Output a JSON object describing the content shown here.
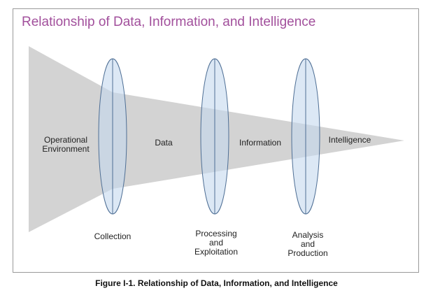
{
  "diagram": {
    "title": "Relationship of Data, Information, and Intelligence",
    "funnel_labels": {
      "operational_environment": "Operational\nEnvironment",
      "data": "Data",
      "information": "Information",
      "intelligence": "Intelligence"
    },
    "lenses": [
      {
        "label": "Collection"
      },
      {
        "label": "Processing\nand\nExploitation"
      },
      {
        "label": "Analysis\nand\nProduction"
      }
    ],
    "colors": {
      "title": "#a2509c",
      "funnel": "#d3d3d3",
      "lens_fill": "#c5d9ef",
      "lens_stroke": "#4f6f95"
    }
  },
  "caption": "Figure I-1.  Relationship of Data, Information, and Intelligence"
}
